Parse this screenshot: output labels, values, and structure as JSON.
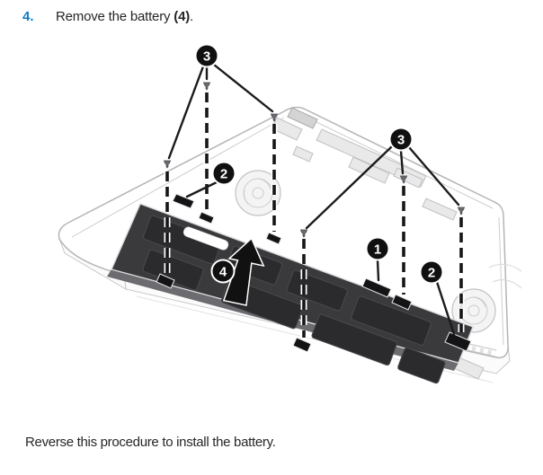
{
  "document": {
    "step_number": "4.",
    "instruction": {
      "prefix": "Remove the battery ",
      "bold": "(4)",
      "suffix": "."
    },
    "footer_text": "Reverse this procedure to install the battery."
  },
  "illustration": {
    "description": "Exploded view of notebook computer base showing battery removal: six screws lifted on dashed alignment lines, battery connector and clips, and an arrow showing lift direction",
    "callouts": [
      {
        "id": "callout-3-left",
        "label": "3"
      },
      {
        "id": "callout-2-left",
        "label": "2"
      },
      {
        "id": "callout-3-right",
        "label": "3"
      },
      {
        "id": "callout-1",
        "label": "1"
      },
      {
        "id": "callout-2-right",
        "label": "2"
      },
      {
        "id": "callout-4",
        "label": "4"
      }
    ],
    "screw_count": 6
  },
  "colors": {
    "accent_blue": "#0f7dc2",
    "body_text": "#262626",
    "callout_fill": "#101010",
    "callout_text": "#ffffff",
    "battery_dark": "#3a3a3d",
    "battery_panel": "#2b2b2e",
    "chassis_line": "#b5b5b5",
    "leader_line": "#1b1b1b"
  }
}
